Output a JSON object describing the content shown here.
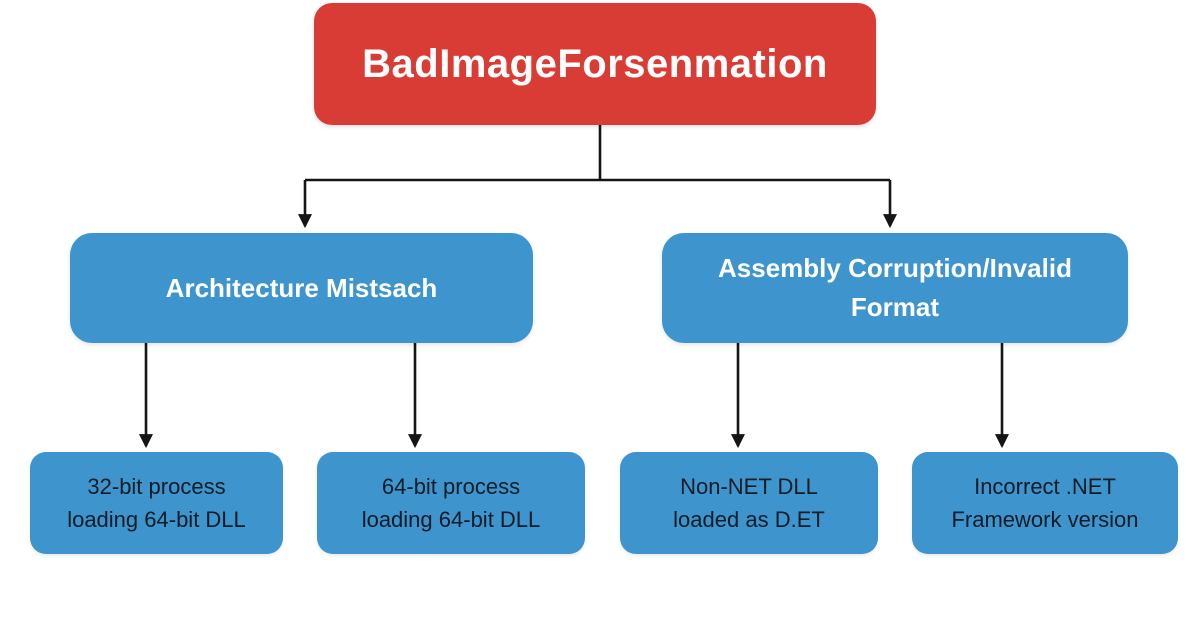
{
  "root": {
    "lines": [
      "BadImageForsenmation"
    ]
  },
  "branches": [
    {
      "lines": [
        "Architecture Mistsach"
      ]
    },
    {
      "lines": [
        "Assembly Corruption/Invalid",
        "Format"
      ]
    }
  ],
  "leaves": [
    {
      "lines": [
        "32-bit process",
        "loading 64-bit DLL"
      ]
    },
    {
      "lines": [
        "64-bit process",
        "loading 64-bit DLL"
      ]
    },
    {
      "lines": [
        "Non-NET DLL",
        "loaded as D.ET"
      ]
    },
    {
      "lines": [
        "Incorrect .NET",
        "Framework version"
      ]
    }
  ],
  "colors": {
    "background": "#ffffff",
    "root_fill": "#d93c35",
    "root_text": "#ffffff",
    "branch_fill": "#3e94cd",
    "branch_text": "#ffffff",
    "leaf_fill": "#3e94cd",
    "leaf_text": "#0f1c26",
    "connector": "#151515"
  }
}
